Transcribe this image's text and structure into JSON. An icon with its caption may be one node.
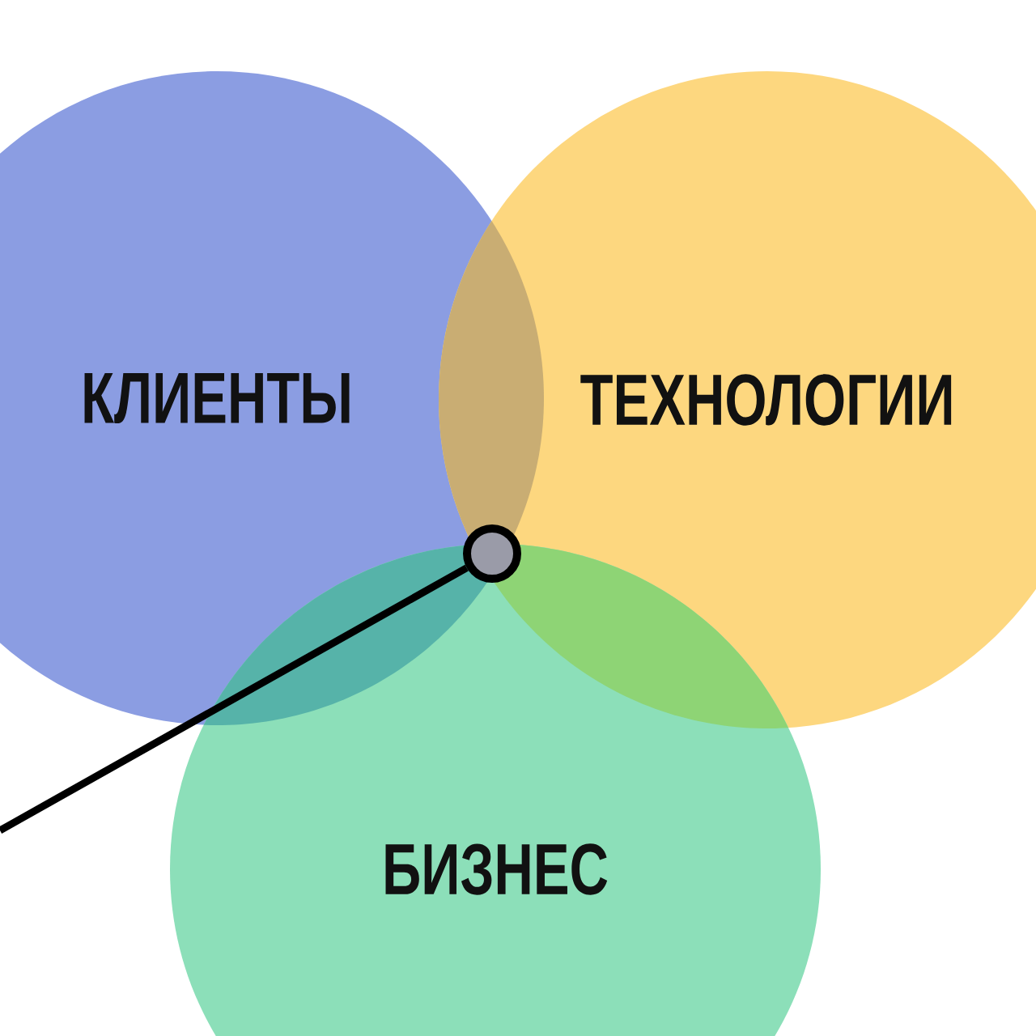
{
  "diagram": {
    "nodes": [
      {
        "text": [
          "КЛИЕНТЫ"
        ]
      },
      {
        "text": [
          "ТЕХНОЛОГИИ"
        ]
      },
      {
        "text": [
          "БИЗНЕС"
        ]
      },
      {
        "text": [],
        "shape": "circle"
      }
    ],
    "edges": [
      {
        "from": null,
        "to": 3,
        "arrow": "none"
      }
    ]
  }
}
